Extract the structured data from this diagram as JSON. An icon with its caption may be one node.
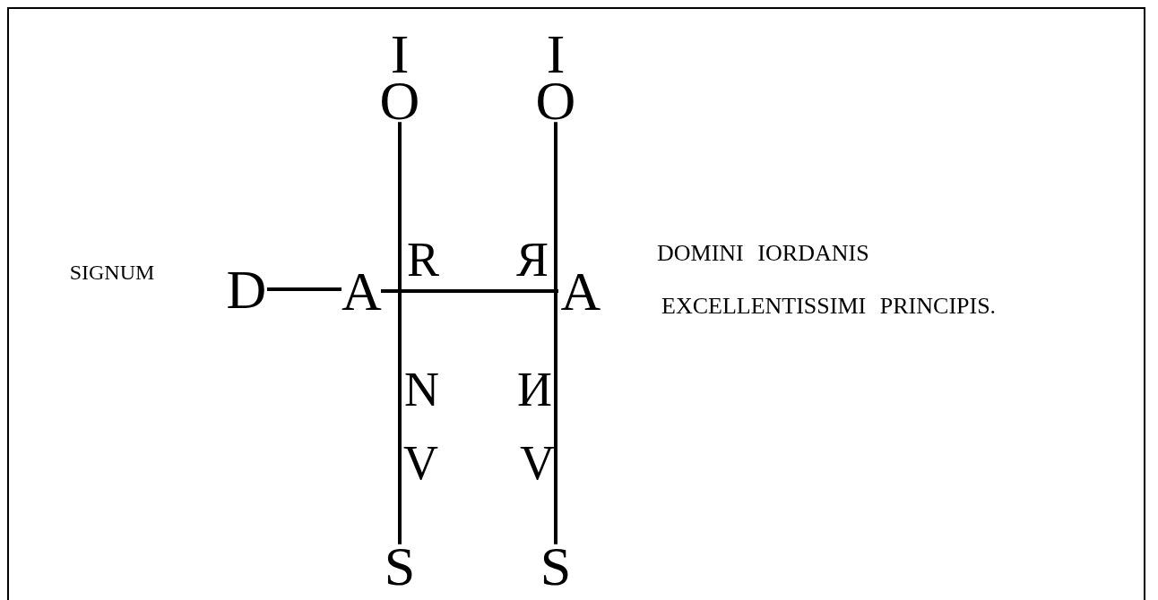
{
  "diagram": {
    "nodes": [
      {
        "text": [
          "O"
        ]
      },
      {
        "text": [
          "O"
        ]
      },
      {
        "text": [
          "D"
        ]
      },
      {
        "text": [
          "A"
        ]
      },
      {
        "text": [
          "A"
        ]
      },
      {
        "text": [
          "S"
        ]
      },
      {
        "text": [
          "S"
        ]
      }
    ],
    "edges": [
      {
        "from": 0,
        "to": 5,
        "arrow": "none"
      },
      {
        "from": 1,
        "to": 6,
        "arrow": "none"
      },
      {
        "from": 2,
        "to": 3,
        "arrow": "none"
      },
      {
        "from": 3,
        "to": 4,
        "arrow": "none"
      }
    ],
    "labels": [
      "I",
      "I",
      "R",
      "Я",
      "SIGNUM",
      "DOMINI IORDANIS",
      "EXCELLENTISSIMI PRINCIPIS.",
      "N",
      "И",
      "V",
      "V"
    ]
  }
}
